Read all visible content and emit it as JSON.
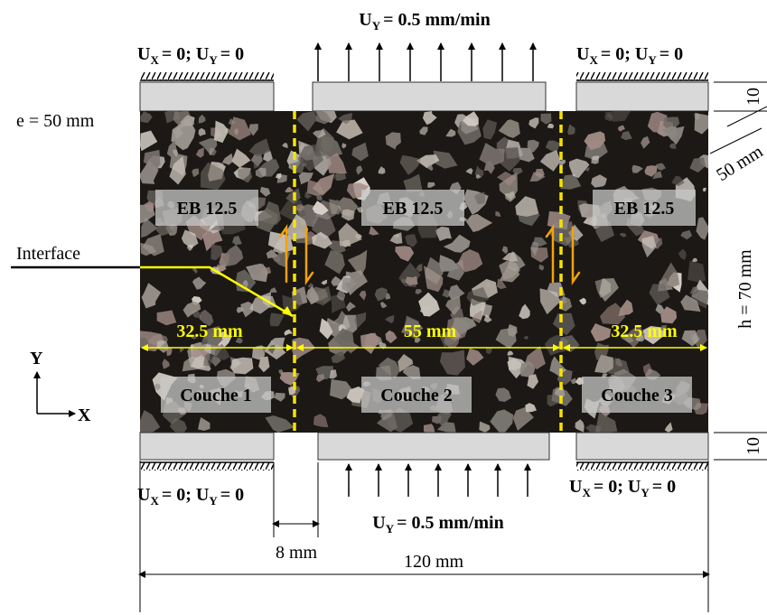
{
  "top_load": {
    "sym": "U",
    "sub": "Y",
    "rest": "= 0.5 mm/min"
  },
  "top_left_bc": {
    "a": "U",
    "a_sub": "X",
    "mid": "= 0; ",
    "b": "U",
    "b_sub": "Y",
    "end": "= 0"
  },
  "top_right_bc": {
    "a": "U",
    "a_sub": "X",
    "mid": "= 0; ",
    "b": "U",
    "b_sub": "Y",
    "end": "= 0"
  },
  "bottom_left_bc": {
    "a": "U",
    "a_sub": "X",
    "mid": "= 0; ",
    "b": "U",
    "b_sub": "Y",
    "end": "= 0"
  },
  "bottom_right_bc": {
    "a": "U",
    "a_sub": "X",
    "mid": "= 0; ",
    "b": "U",
    "b_sub": "Y",
    "end": "= 0"
  },
  "bottom_load": {
    "sym": "U",
    "sub": "Y",
    "rest": "= 0.5 mm/min"
  },
  "thickness": "e = 50 mm",
  "interface_label": "Interface",
  "materials": [
    "EB 12.5",
    "EB 12.5",
    "EB 12.5"
  ],
  "layers": [
    "Couche 1",
    "Couche 2",
    "Couche 3"
  ],
  "widths": [
    "32.5 mm",
    "55 mm",
    "32.5 mm"
  ],
  "dim_top_plate": "10",
  "dim_bottom_plate": "10",
  "dim_depth": "50 mm",
  "dim_height": "h = 70 mm",
  "dim_gap": "8 mm",
  "dim_total": "120 mm",
  "axes": {
    "y": "Y",
    "x": "X"
  },
  "colors": {
    "dashed_interface": "#f5e400",
    "dimension_yellow": "#ffff00",
    "shear_arrows": "#f2a20c",
    "plate_fill": "#d9d9d9",
    "specimen": "#1b1815"
  }
}
